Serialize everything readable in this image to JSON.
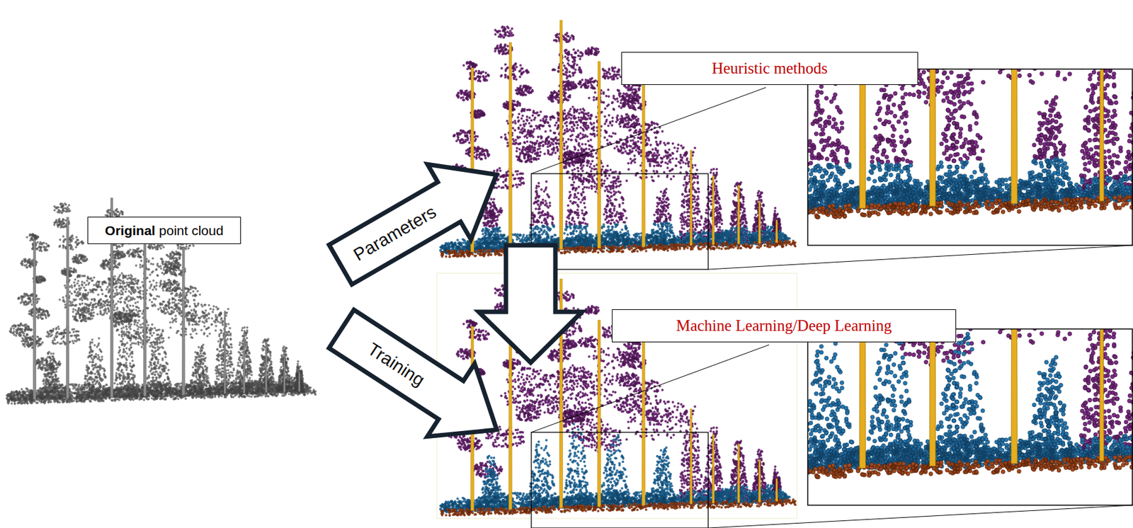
{
  "diagram": {
    "nodes": [
      {
        "text": [
          "Original point cloud"
        ]
      },
      {
        "text": [
          "Parameters"
        ]
      },
      {
        "text": [
          "Heuristic methods"
        ]
      },
      {
        "text": [
          "Training"
        ]
      },
      {
        "text": [
          "Machine Learning/Deep Learning"
        ]
      }
    ]
  }
}
